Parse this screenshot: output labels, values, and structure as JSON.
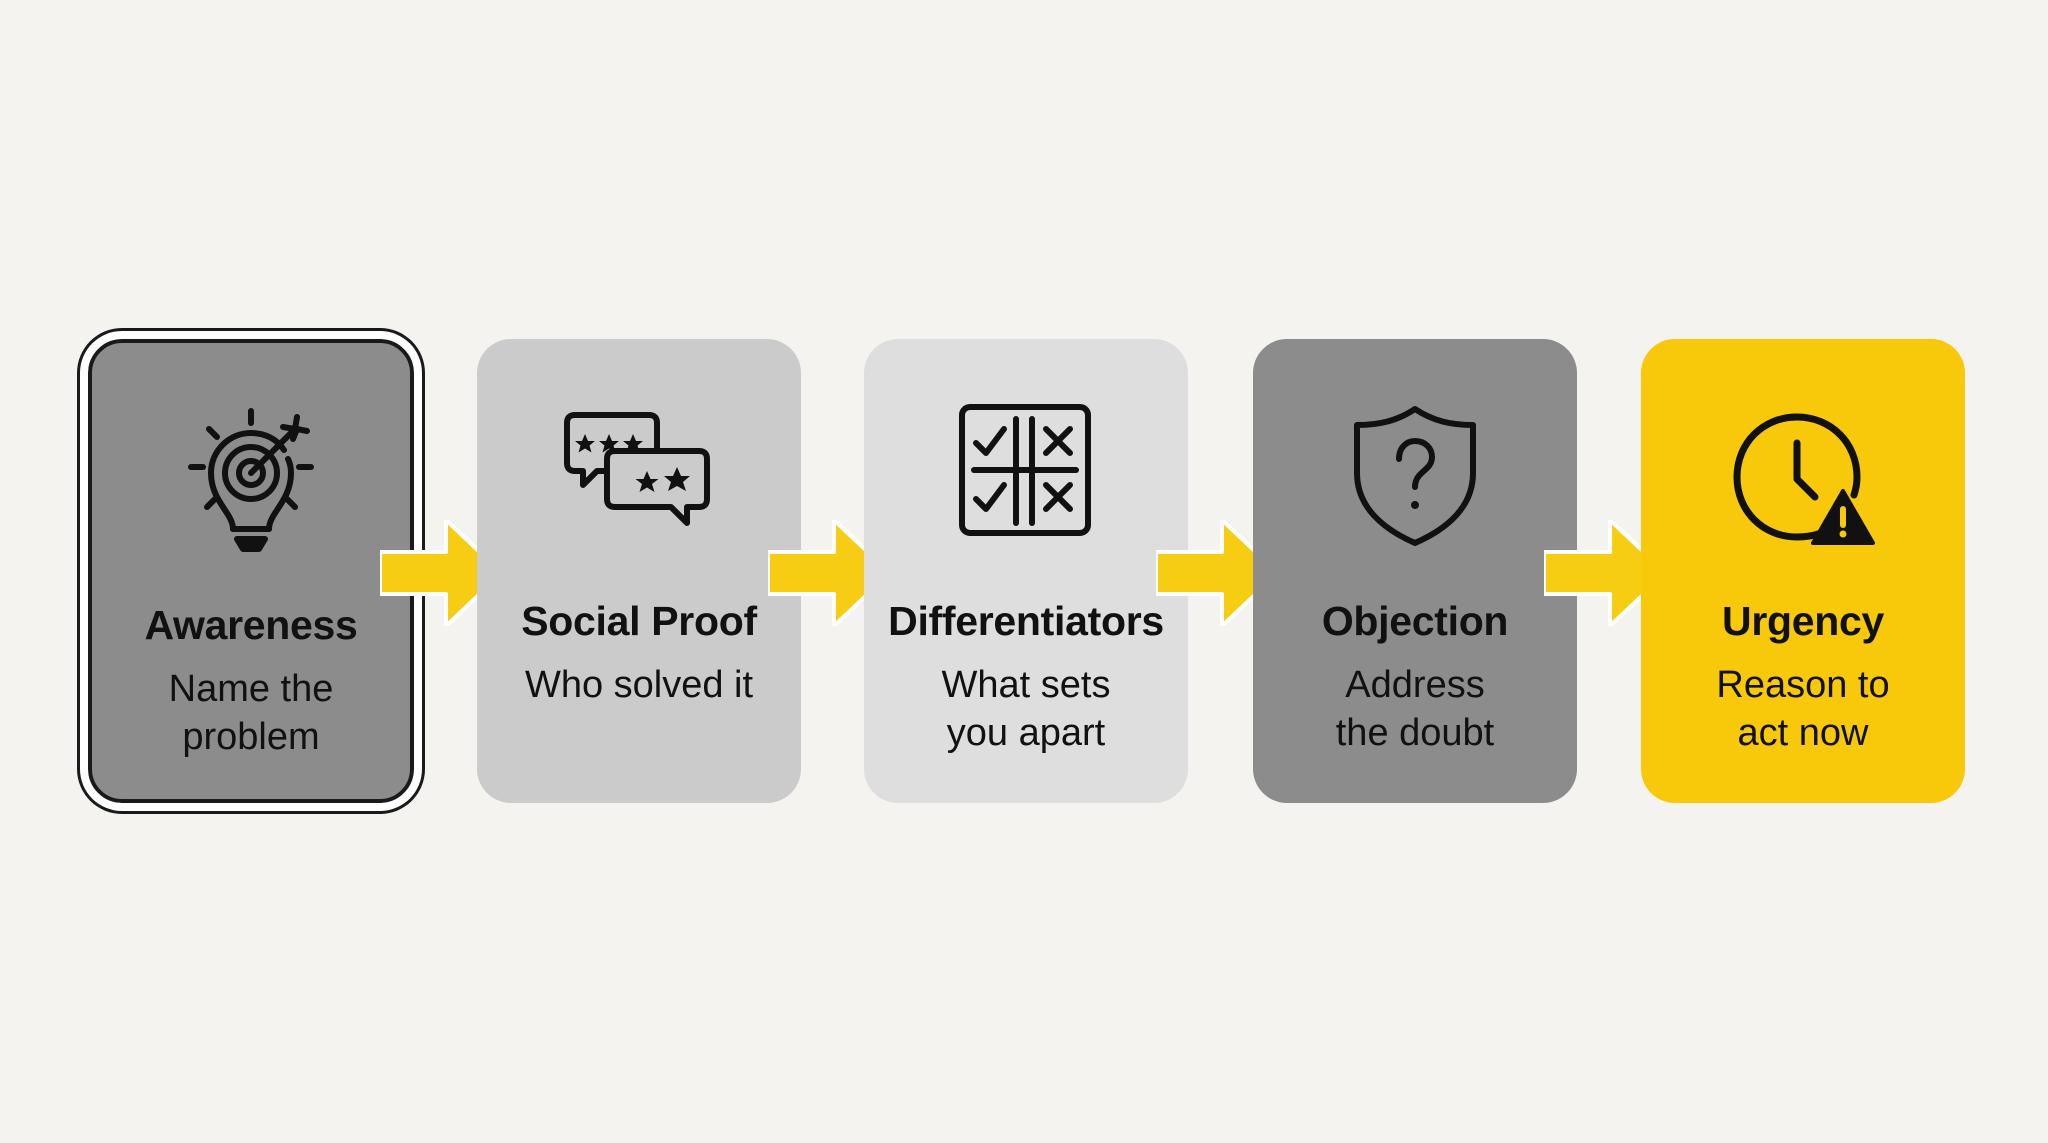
{
  "steps": [
    {
      "title": "Awareness",
      "subtitle": "Name the\nproblem",
      "icon": "lightbulb-target-icon",
      "fill": "#8c8c8c",
      "selected": true
    },
    {
      "title": "Social Proof",
      "subtitle": "Who solved it",
      "icon": "review-chat-bubbles-icon",
      "fill": "#cbcbcb",
      "selected": false
    },
    {
      "title": "Differentiators",
      "subtitle": "What sets\nyou apart",
      "icon": "checklist-comparison-icon",
      "fill": "#dedede",
      "selected": false
    },
    {
      "title": "Objection",
      "subtitle": "Address\nthe doubt",
      "icon": "shield-question-icon",
      "fill": "#8c8c8c",
      "selected": false
    },
    {
      "title": "Urgency",
      "subtitle": "Reason to\nact now",
      "icon": "clock-warning-icon",
      "fill": "#f8c80b",
      "selected": false
    }
  ],
  "colors": {
    "background": "#f4f3f0",
    "arrow": "#f6cd12",
    "ink": "#111111"
  }
}
